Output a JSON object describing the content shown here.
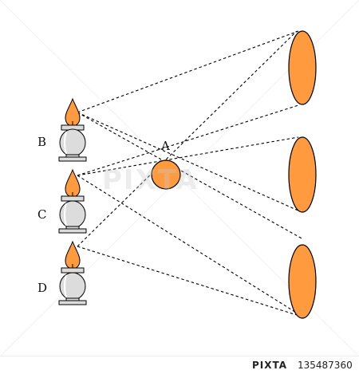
{
  "labels": {
    "ball": "A",
    "lamp_b": "B",
    "lamp_c": "C",
    "lamp_d": "D"
  },
  "watermark": "PIXTA",
  "footer": {
    "brand": "PIXTA",
    "image_id": "135487360"
  },
  "colors": {
    "shadow_fill": "#ff9a3e",
    "ball_fill": "#ff9a3e",
    "flame_fill": "#ff9a3e",
    "lamp_body": "#dcdcdc",
    "outline": "#000000",
    "ray": "#000000"
  }
}
